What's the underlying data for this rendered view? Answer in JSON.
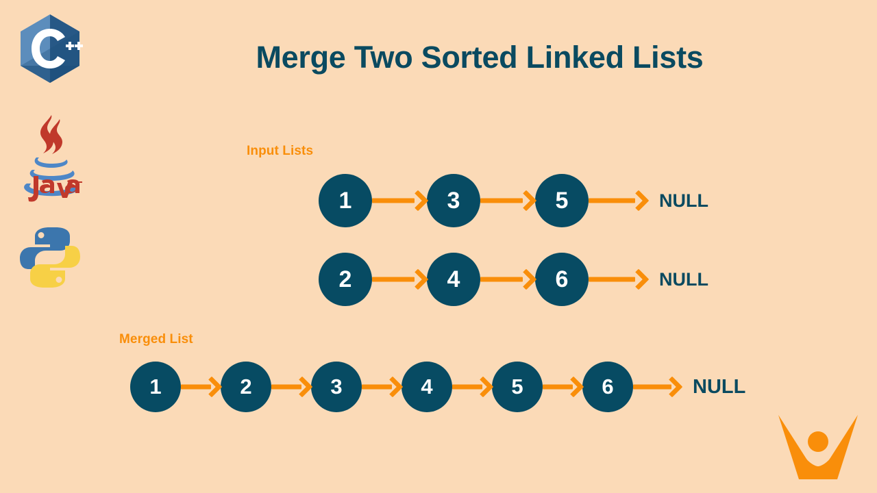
{
  "page": {
    "title": "Merge Two Sorted Linked Lists",
    "background_color": "#FBDAB7",
    "accent_color": "#F98E0A",
    "node_color": "#074B63",
    "title_color": "#0A4A60"
  },
  "logos": [
    {
      "name": "cpp-logo",
      "label": "C++"
    },
    {
      "name": "java-logo",
      "label": "Java"
    },
    {
      "name": "python-logo",
      "label": "Python"
    }
  ],
  "sections": {
    "input_label": "Input Lists",
    "merged_label": "Merged List"
  },
  "lists": {
    "input_a": {
      "nodes": [
        "1",
        "3",
        "5"
      ],
      "terminator": "NULL"
    },
    "input_b": {
      "nodes": [
        "2",
        "4",
        "6"
      ],
      "terminator": "NULL"
    },
    "merged": {
      "nodes": [
        "1",
        "2",
        "3",
        "4",
        "5",
        "6"
      ],
      "terminator": "NULL"
    }
  },
  "brand": {
    "name": "geeksforgeeks-person-logo",
    "color": "#F98E0A"
  }
}
